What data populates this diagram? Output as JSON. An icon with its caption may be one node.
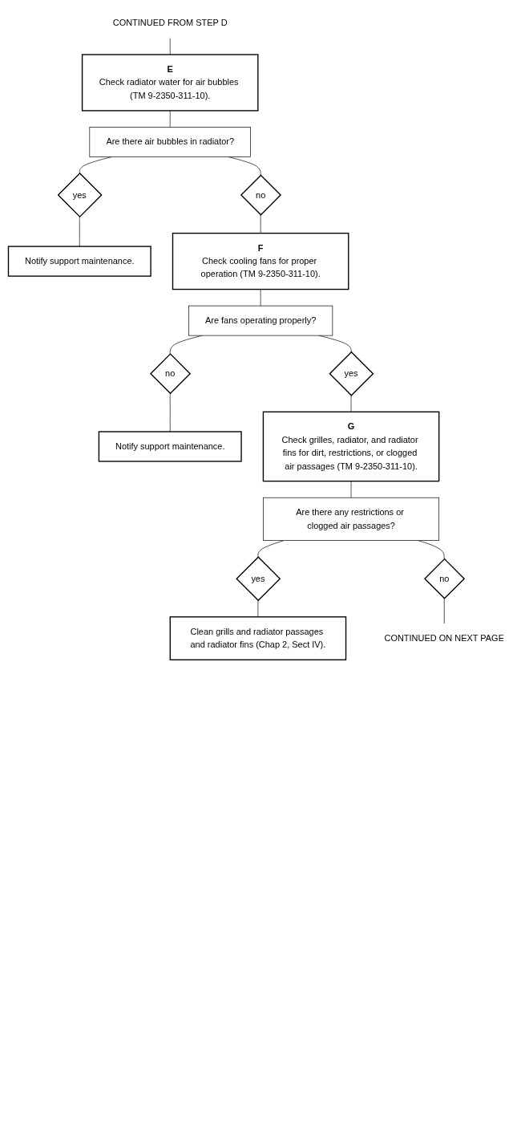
{
  "diagram": {
    "nodes": [
      {
        "text": [
          "CONTINUED FROM STEP D"
        ]
      },
      {
        "text": [
          "E",
          "Check radiator water for air bubbles (TM 9-2350-311-10)."
        ]
      },
      {
        "text": [
          "Are there air bubbles in radiator?"
        ]
      },
      {
        "text": [
          "yes"
        ]
      },
      {
        "text": [
          "no"
        ]
      },
      {
        "text": [
          "Notify support maintenance."
        ]
      },
      {
        "text": [
          "F",
          "Check cooling fans for proper operation (TM 9-2350-311-10)."
        ]
      },
      {
        "text": [
          "Are fans operating properly?"
        ]
      },
      {
        "text": [
          "yes"
        ]
      },
      {
        "text": [
          "no"
        ]
      },
      {
        "text": [
          "Notify support maintenance."
        ]
      },
      {
        "text": [
          "G",
          "Check grilles, radiator, and radiator fins for dirt, restrictions, or clogged air passages (TM 9-2350-311-10)."
        ]
      },
      {
        "text": [
          "Are there any restrictions or clogged air passages?"
        ]
      },
      {
        "text": [
          "yes"
        ]
      },
      {
        "text": [
          "no"
        ]
      },
      {
        "text": [
          "Clean grills and radiator passages and radiator fins (Chap 2, Sect IV)."
        ]
      },
      {
        "text": [
          "CONTINUED ON NEXT PAGE"
        ]
      }
    ],
    "edges": [
      {
        "from": 0,
        "to": 1,
        "arrow": "none"
      },
      {
        "from": 1,
        "to": 2,
        "arrow": "none"
      },
      {
        "from": 2,
        "to": 3,
        "arrow": "none"
      },
      {
        "from": 2,
        "to": 4,
        "arrow": "none"
      },
      {
        "from": 3,
        "to": 5,
        "arrow": "none"
      },
      {
        "from": 4,
        "to": 6,
        "arrow": "none"
      },
      {
        "from": 6,
        "to": 7,
        "arrow": "none"
      },
      {
        "from": 7,
        "to": 8,
        "arrow": "none"
      },
      {
        "from": 7,
        "to": 9,
        "arrow": "none"
      },
      {
        "from": 9,
        "to": 10,
        "arrow": "none"
      },
      {
        "from": 8,
        "to": 11,
        "arrow": "none"
      },
      {
        "from": 11,
        "to": 12,
        "arrow": "none"
      },
      {
        "from": 12,
        "to": 13,
        "arrow": "none"
      },
      {
        "from": 12,
        "to": 14,
        "arrow": "none"
      },
      {
        "from": 13,
        "to": 15,
        "arrow": "none"
      },
      {
        "from": 14,
        "to": 16,
        "arrow": "none"
      }
    ]
  }
}
